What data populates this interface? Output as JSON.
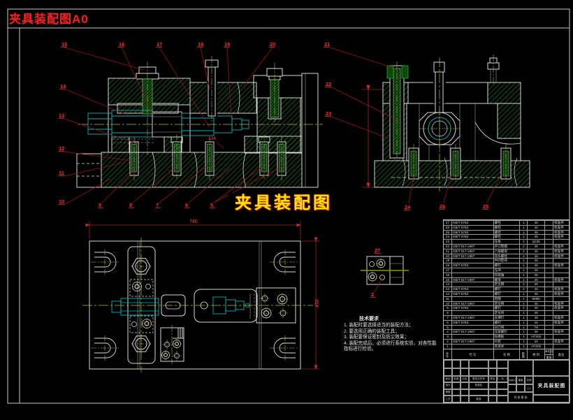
{
  "page": {
    "title_topleft": "夹具装配图A0",
    "main_title": "夹具装配图"
  },
  "tech": {
    "title": "技术要求",
    "lines": [
      "1. 装配时要选择适当的装配方法；",
      "2. 要选用正确的装配工具；",
      "3. 装配要保证密封及防尘效果；",
      "4. 装配完成后，必须进行系统实验，对各性能指标进行检验。"
    ]
  },
  "dims": {
    "plan_w": "740",
    "plan_h": "450",
    "sec": "134"
  },
  "balloons": {
    "lv_top": [
      "15",
      "16",
      "17",
      "18",
      "19",
      "20"
    ],
    "lv_left": [
      "14",
      "13",
      "12",
      "11",
      "10"
    ],
    "lv_bottom": [
      "9",
      "8",
      "7",
      "6",
      "5"
    ],
    "rv_left": [
      "21",
      "22",
      "23"
    ],
    "rv_bottom": [
      "24",
      "26",
      "25"
    ],
    "detail_label": "27",
    "detail_bottom": "2"
  },
  "bom": {
    "headers": {
      "no": "序号",
      "code": "代  号",
      "name": "名  称",
      "qty": "数量",
      "material": "材  料",
      "unit": "单件",
      "total": "总计",
      "weight": "重量",
      "remark": "备注"
    },
    "rows": [
      [
        "27",
        "GB/T 5783",
        "螺栓",
        "1",
        "45",
        "",
        "标准件"
      ],
      [
        "26",
        "GB/T 5783",
        "螺栓",
        "1",
        "45",
        "",
        "标准件"
      ],
      [
        "25",
        "GB/T 5783",
        "螺栓",
        "1",
        "45",
        "",
        "标准件"
      ],
      [
        "24",
        "GB/T 5783",
        "螺栓",
        "1",
        "45",
        "",
        "标准件"
      ],
      [
        "23",
        "",
        "压板",
        "2",
        "Q235",
        "",
        ""
      ],
      [
        "22",
        "GB/T 617-1987",
        "开口垫圈",
        "2",
        "45",
        "",
        "标准件"
      ],
      [
        "21",
        "GB/T 617-1987",
        "六角螺母",
        "4",
        "45",
        "",
        "标准件"
      ],
      [
        "20",
        "GB/T 617-1987",
        "双头螺柱",
        "2",
        "45",
        "",
        "标准件"
      ],
      [
        "19",
        "",
        "中间垫块",
        "1",
        "45",
        "",
        ""
      ],
      [
        "18",
        "GB/T 5783",
        "螺钉",
        "1",
        "45",
        "",
        "标准件"
      ],
      [
        "17",
        "",
        "压块",
        "1",
        "45",
        "",
        ""
      ],
      [
        "16",
        "",
        "铰链轴",
        "1",
        "45",
        "",
        ""
      ],
      [
        "15",
        "GB/T 617-1987",
        "螺母",
        "1",
        "45",
        "",
        "标准件"
      ],
      [
        "14",
        "",
        "定位键",
        "2",
        "45",
        "",
        ""
      ],
      [
        "13",
        "GB/T 5783",
        "螺钉",
        "2",
        "45",
        "",
        "标准件"
      ],
      [
        "12",
        "GB/T 5783",
        "螺钉",
        "1",
        "45",
        "",
        "标准件"
      ],
      [
        "11",
        "",
        "垫圈",
        "1",
        "65Mn",
        "",
        ""
      ],
      [
        "10",
        "GB/T 617-1987",
        "定位销",
        "2",
        "45",
        "",
        "标准件"
      ],
      [
        "9",
        "GB/T 5783",
        "螺钉",
        "1",
        "45",
        "",
        "标准件"
      ],
      [
        "8",
        "",
        "定位块",
        "1",
        "45",
        "",
        ""
      ],
      [
        "7",
        "GB/T 617-1987",
        "支撑钉",
        "1",
        "45",
        "",
        "标准件"
      ],
      [
        "6",
        "GB/T 5783",
        "螺钉",
        "1",
        "45",
        "",
        "标准件"
      ],
      [
        "5",
        "",
        "对刀块",
        "1",
        "T8",
        "",
        ""
      ],
      [
        "4",
        "GB/T 617-1987",
        "压紧螺钉",
        "1",
        "45",
        "",
        "标准件"
      ],
      [
        "3",
        "",
        "钻模板",
        "1",
        "HT200",
        "",
        ""
      ],
      [
        "2",
        "GB/T 617-1987",
        "衬套",
        "1",
        "45",
        "",
        "标准件"
      ],
      [
        "1",
        "",
        "夹具体",
        "1",
        "HT200",
        "",
        ""
      ]
    ]
  },
  "title_block": {
    "mark": "标记",
    "count": "处数",
    "zone": "分区",
    "change_no": "更改文件号",
    "sign": "签名",
    "date": "年、月、日",
    "design": "设计",
    "check": "审核",
    "process": "工艺",
    "standardize": "标准化",
    "approve": "批准",
    "stage": "阶段标记",
    "weight": "重量",
    "scale": "比例",
    "scale_val": "1:1",
    "sheet_info": "共 张 第 张",
    "title": "夹具装配图"
  },
  "colors": {
    "accent_red": "#ff2d2d",
    "hatch_green": "#1f9b1f",
    "cyan": "#00b6b6",
    "centerline_yellow": "#b9b92a",
    "title_yellow": "#ffe800"
  }
}
